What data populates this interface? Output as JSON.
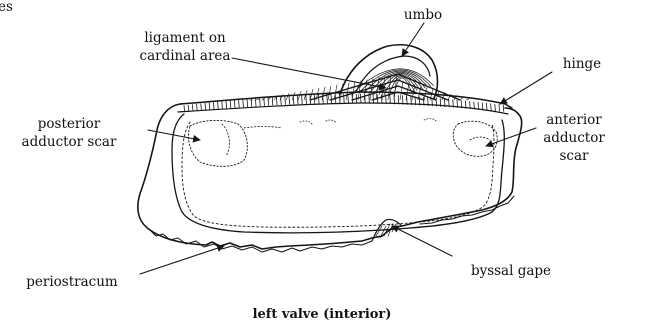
{
  "figure": {
    "cropped_text": "es",
    "caption": "left valve (interior)",
    "labels": {
      "umbo": "umbo",
      "ligament_line1": "ligament on",
      "ligament_line2": "cardinal area",
      "hinge": "hinge",
      "posterior_line1": "posterior",
      "posterior_line2": "adductor scar",
      "anterior_line1": "anterior",
      "anterior_line2": "adductor",
      "anterior_line3": "scar",
      "periostracum": "periostracum",
      "byssal_gape": "byssal gape"
    }
  },
  "colors": {
    "ink": "#151515",
    "background": "#ffffff"
  }
}
